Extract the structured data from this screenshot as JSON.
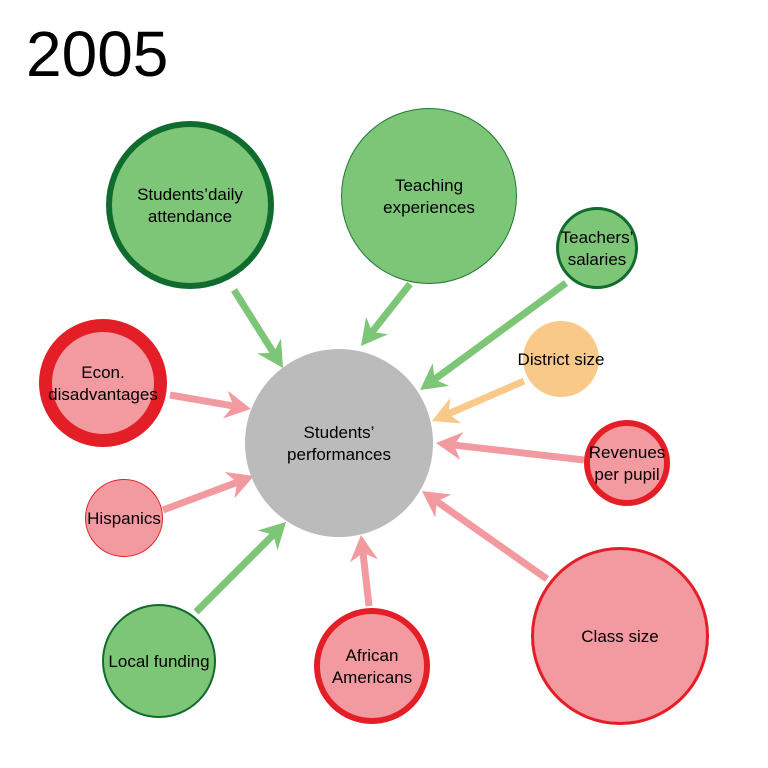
{
  "title": "2005",
  "center": {
    "label_lines": [
      "Students’",
      "performances"
    ],
    "color": "#bbbbbb"
  },
  "colors": {
    "positive_fill": "#7dc577",
    "positive_stroke_strong": "#0f6b2e",
    "positive_stroke_thin": "#1f7a32",
    "negative_fill": "#f29aa0",
    "negative_stroke": "#e31e26",
    "neutral_fill": "#f9c98a",
    "positive_arrow": "#7dc577",
    "negative_arrow": "#f29aa0",
    "neutral_arrow": "#f9c98a"
  },
  "factors": [
    {
      "id": "students-daily-attendance",
      "label_lines": [
        "Students’daily",
        "attendance"
      ],
      "effect": "positive",
      "border": "thick"
    },
    {
      "id": "teaching-experiences",
      "label_lines": [
        "Teaching",
        "experiences"
      ],
      "effect": "positive",
      "border": "thin"
    },
    {
      "id": "teachers-salaries",
      "label_lines": [
        "Teachers’",
        "salaries"
      ],
      "effect": "positive",
      "border": "medium"
    },
    {
      "id": "district-size",
      "label_lines": [
        "District size"
      ],
      "effect": "neutral",
      "border": "none"
    },
    {
      "id": "revenues-per-pupil",
      "label_lines": [
        "Revenues",
        "per pupil"
      ],
      "effect": "negative",
      "border": "thick"
    },
    {
      "id": "class-size",
      "label_lines": [
        "Class size"
      ],
      "effect": "negative",
      "border": "medium"
    },
    {
      "id": "african-americans",
      "label_lines": [
        "African",
        "Americans"
      ],
      "effect": "negative",
      "border": "thick"
    },
    {
      "id": "local-funding",
      "label_lines": [
        "Local funding"
      ],
      "effect": "positive",
      "border": "medium"
    },
    {
      "id": "hispanics",
      "label_lines": [
        "Hispanics"
      ],
      "effect": "negative",
      "border": "thin"
    },
    {
      "id": "econ-disadvantages",
      "label_lines": [
        "Econ.",
        "disadvantages"
      ],
      "effect": "negative",
      "border": "very-thick"
    }
  ]
}
